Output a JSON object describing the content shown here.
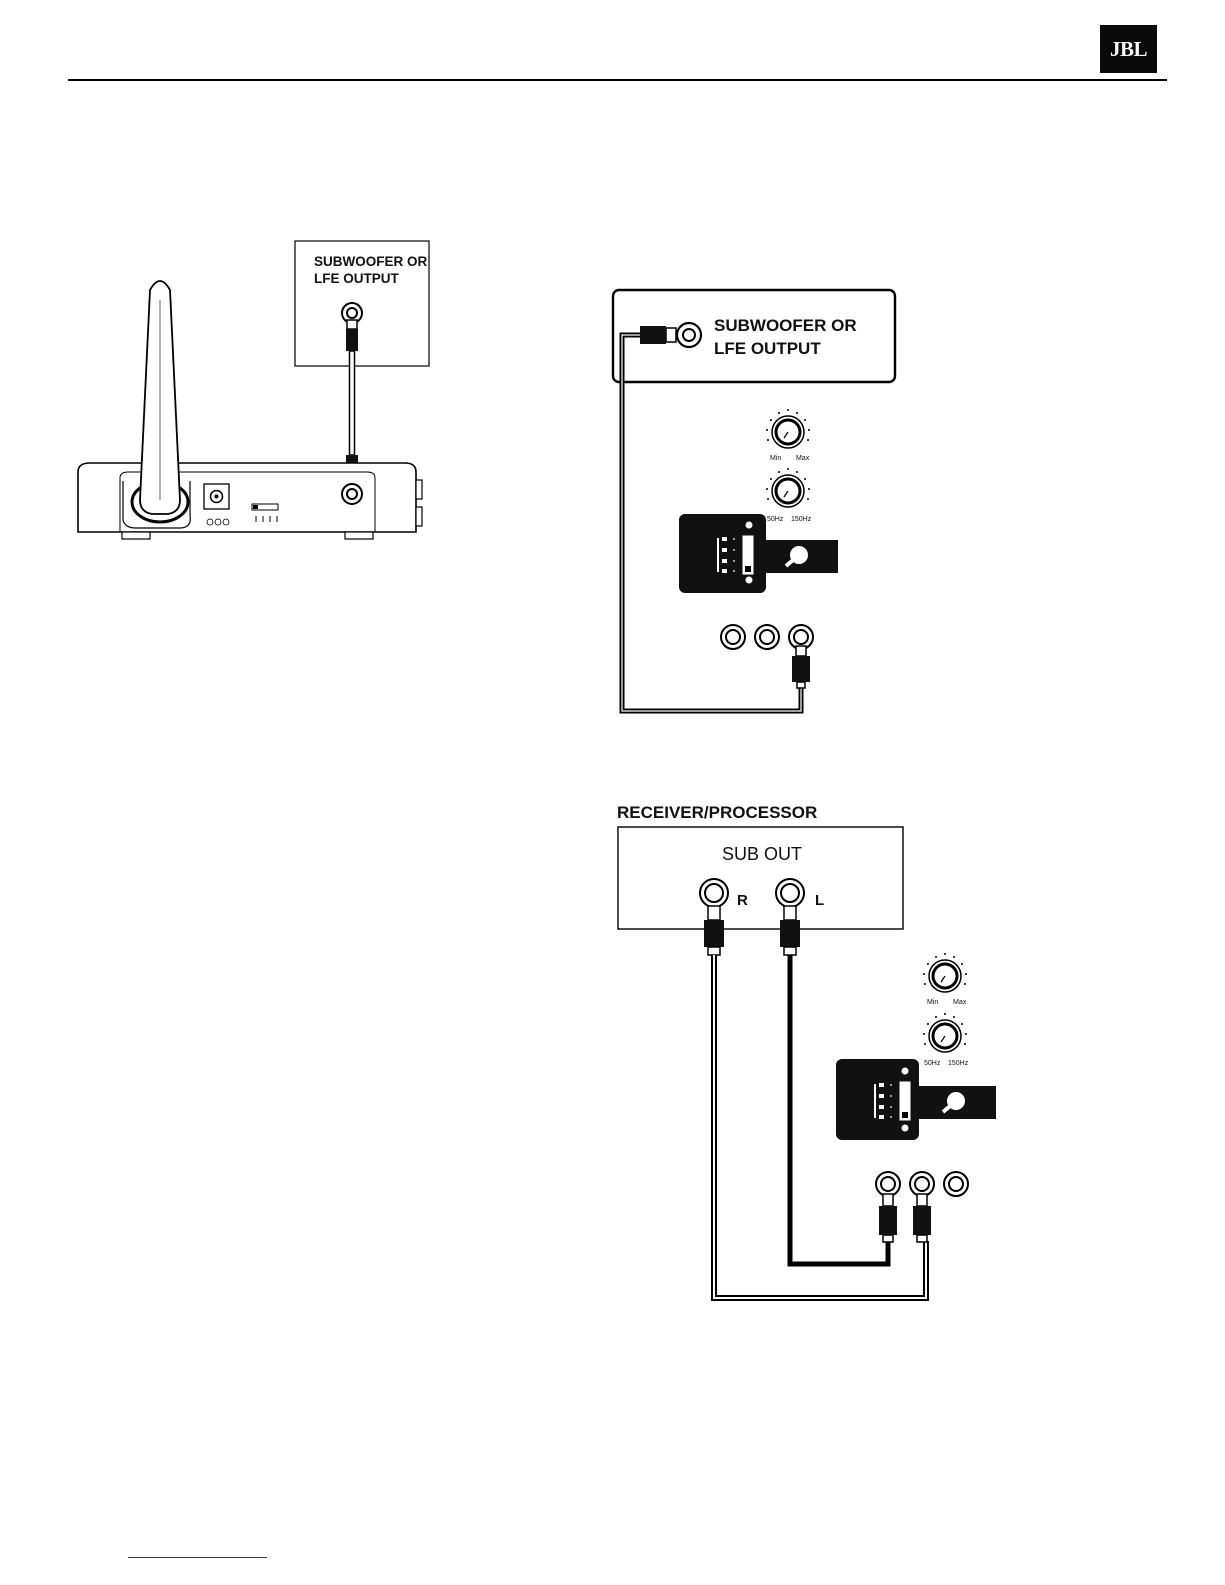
{
  "header": {
    "logo_text": "JBL"
  },
  "figure_1": {
    "box_label_line1": "SUBWOOFER OR",
    "box_label_line2": "LFE OUTPUT"
  },
  "figure_2": {
    "box_label_line1": "SUBWOOFER OR",
    "box_label_line2": "LFE OUTPUT",
    "level_knob_min": "Min",
    "level_knob_max": "Max",
    "crossover_knob_min": "50Hz",
    "crossover_knob_max": "150Hz"
  },
  "figure_3": {
    "title": "RECEIVER/PROCESSOR",
    "box_label": "SUB OUT",
    "jack_right_label": "R",
    "jack_left_label": "L",
    "level_knob_min": "Min",
    "level_knob_max": "Max",
    "crossover_knob_min": "50Hz",
    "crossover_knob_max": "150Hz"
  }
}
